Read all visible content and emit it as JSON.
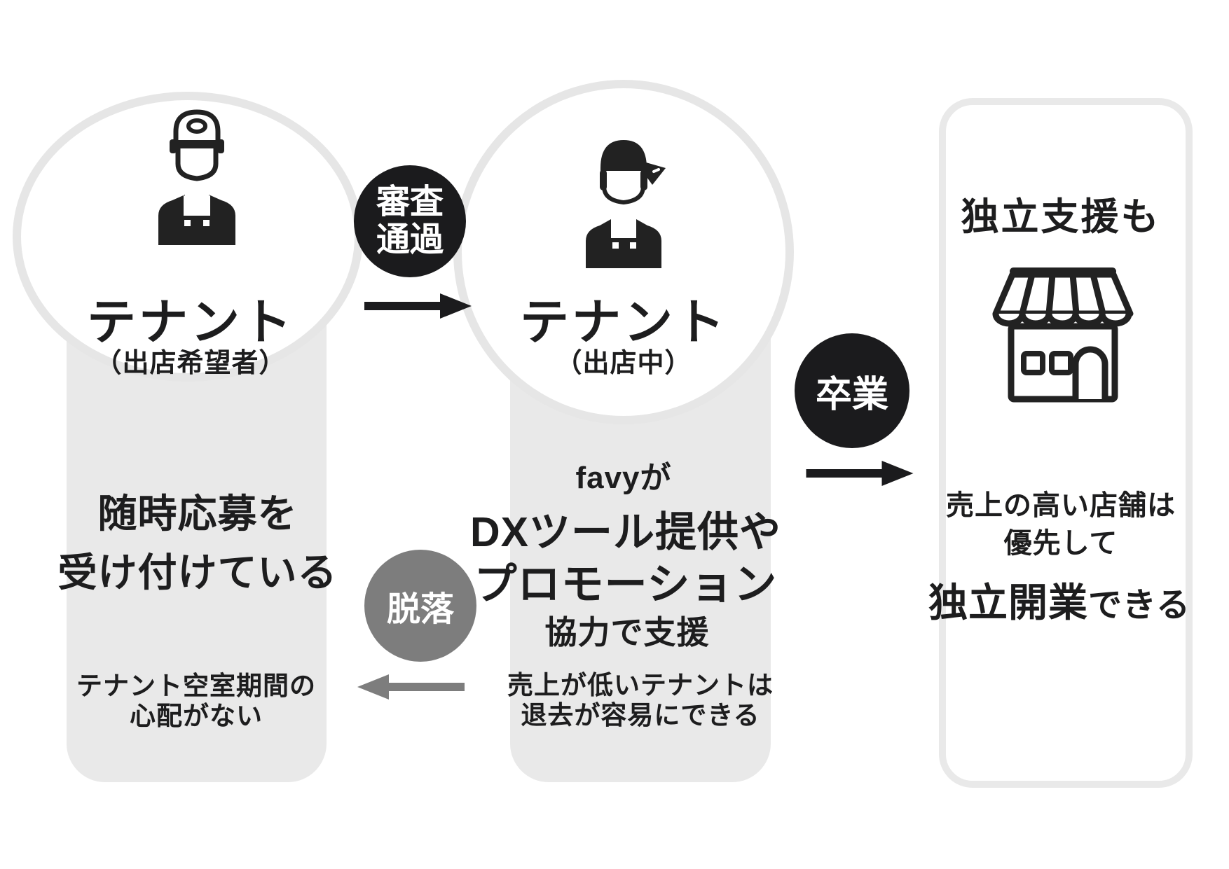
{
  "diagram_title": "favy tenant lifecycle diagram",
  "palette": {
    "black": "#1b1b1d",
    "text_black": "#1d1d1e",
    "box_gray": "#e9e9e9",
    "mid_gray": "#7d7d7d",
    "bubble_stroke": "#e6e6e6",
    "white": "#ffffff"
  },
  "stage1": {
    "icon": "worker-with-cap",
    "name": "テナント",
    "subtitle": "（出店希望者）",
    "body1": "随時応募を",
    "body2": "受け付けている",
    "cap1": "テナント空室期間の",
    "cap2": "心配がない"
  },
  "pass_badge": {
    "line1": "審査",
    "line2": "通過"
  },
  "stage2": {
    "icon": "worker-with-bandana",
    "name": "テナント",
    "subtitle": "（出店中）",
    "body1": "favyが",
    "body2": "DXツール提供や",
    "body3": "プロモーション",
    "body4": "協力で支援",
    "cap1": "売上が低いテナントは",
    "cap2": "退去が容易にできる"
  },
  "grad_badge": {
    "label": "卒業"
  },
  "drop_badge": {
    "label": "脱落"
  },
  "stage3": {
    "icon": "storefront",
    "title": "独立支援も",
    "line1": "売上の高い店舗は",
    "line2": "優先して",
    "big": "独立開業",
    "small": "できる"
  }
}
